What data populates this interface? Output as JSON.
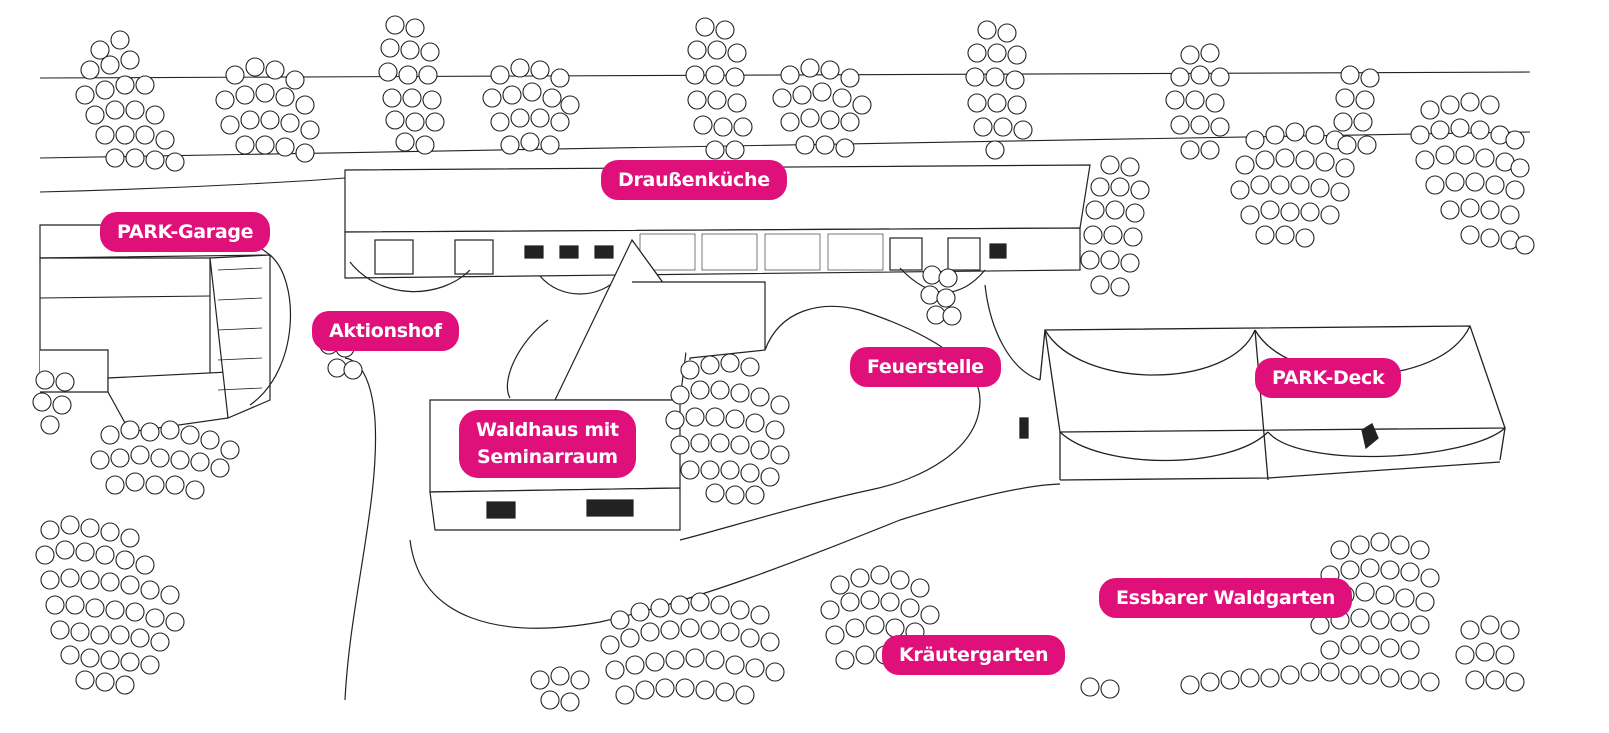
{
  "map": {
    "accent_color": "#E0107B",
    "line_color": "#222222",
    "background": "#ffffff",
    "labels": {
      "draussenkueche": "Draußenküche",
      "park_garage": "PARK-Garage",
      "aktionshof": "Aktionshof",
      "feuerstelle": "Feuerstelle",
      "park_deck": "PARK-Deck",
      "waldhaus_line1": "Waldhaus mit",
      "waldhaus_line2": "Seminarraum",
      "essbarer_waldgarten": "Essbarer Waldgarten",
      "kraeutergarten": "Kräutergarten"
    }
  }
}
